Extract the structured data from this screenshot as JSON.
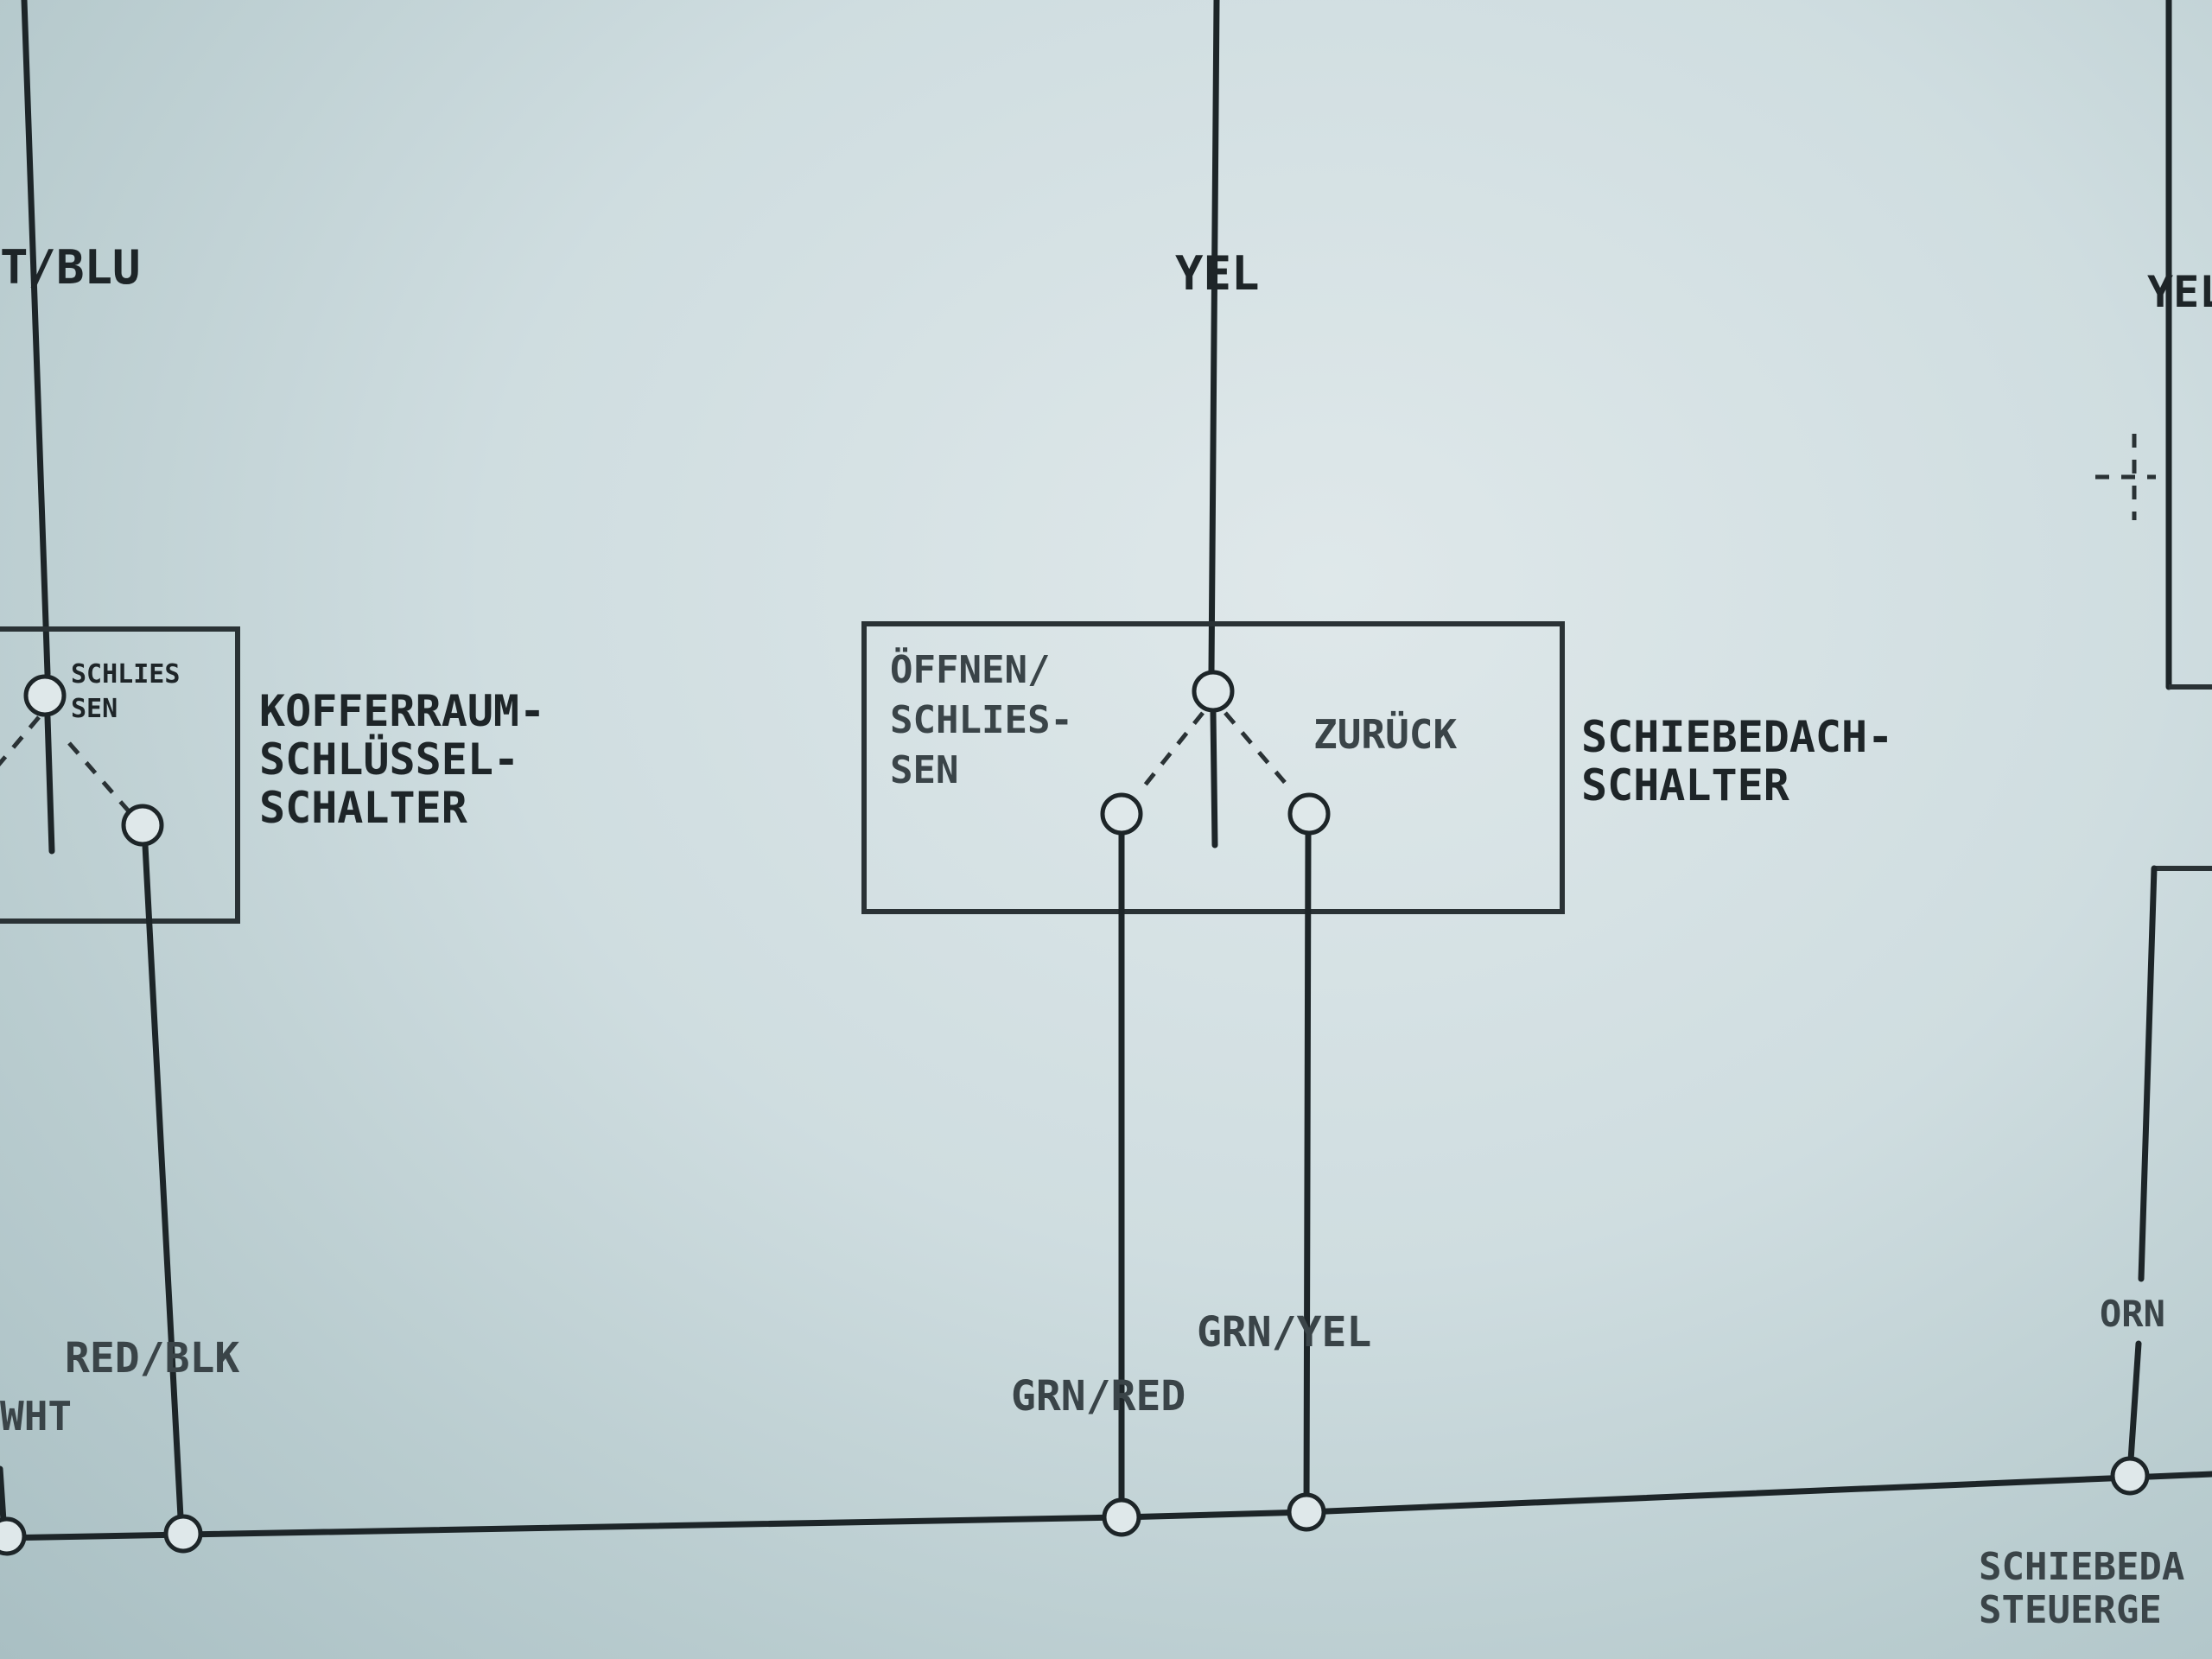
{
  "wire_labels": {
    "left_top": "T/BLU",
    "center_top": "YEL",
    "right_top": "YEL",
    "red_blk": "RED/BLK",
    "wht": "WHT",
    "grn_red": "GRN/RED",
    "grn_yel": "GRN/YEL",
    "orn": "ORN"
  },
  "trunk_switch": {
    "inner_label": [
      "SCHLIES",
      "SEN"
    ],
    "name_lines": [
      "KOFFERRAUM-",
      "SCHLÜSSEL-",
      "SCHALTER"
    ]
  },
  "sunroof_switch": {
    "open_close_lines": [
      "ÖFFNEN/",
      "SCHLIES-",
      "SEN"
    ],
    "back_label": "ZURÜCK",
    "name_lines": [
      "SCHIEBEDACH-",
      "SCHALTER"
    ]
  },
  "control_unit_partial": [
    "SCHIEBEDA",
    "STEUERGE"
  ],
  "colors": {
    "wire": "#1d2528",
    "background": "#cfdde0"
  }
}
